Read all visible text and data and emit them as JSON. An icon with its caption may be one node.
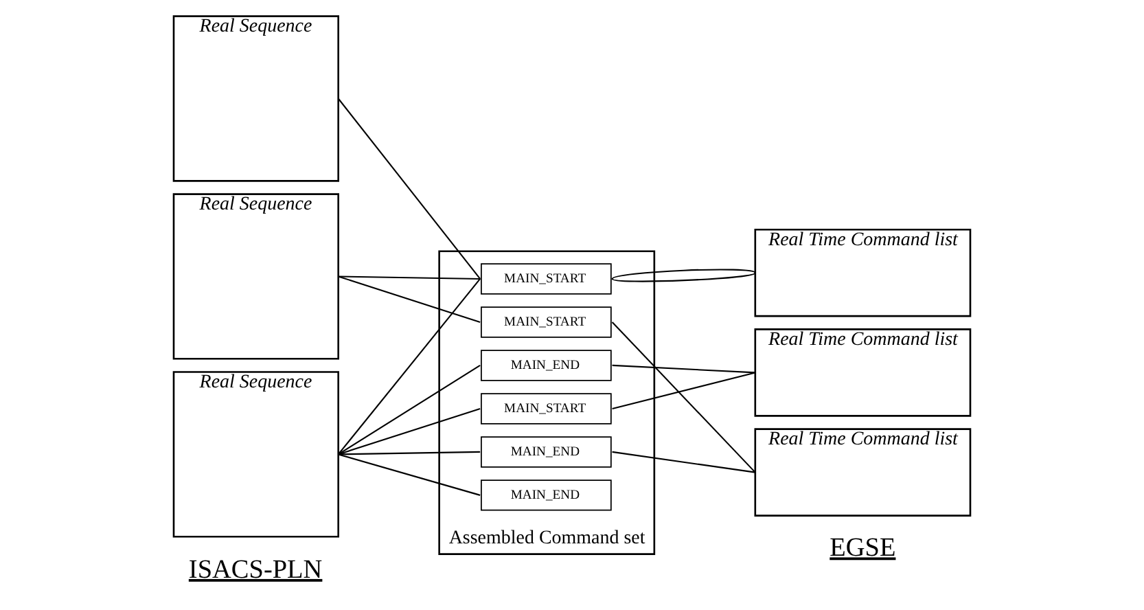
{
  "diagram": {
    "nodes": [
      {
        "text": [
          "Real Sequence"
        ]
      },
      {
        "text": [
          "Real Sequence"
        ]
      },
      {
        "text": [
          "Real Sequence"
        ]
      },
      {
        "text": [
          "Assembled Command set"
        ]
      },
      {
        "text": [
          "MAIN_START"
        ],
        "in": 3
      },
      {
        "text": [
          "MAIN_END"
        ],
        "in": 3
      },
      {
        "text": [
          "MAIN_START"
        ],
        "in": 3
      },
      {
        "text": [
          "MAIN_END"
        ],
        "in": 3
      },
      {
        "text": [
          "MAIN_START"
        ],
        "in": 3
      },
      {
        "text": [
          "MAIN_END"
        ],
        "in": 3
      },
      {
        "text": [
          "Real Time Command list"
        ]
      },
      {
        "text": [
          "Real Time Command list"
        ]
      },
      {
        "text": [
          "Real Time Command list"
        ]
      }
    ],
    "edges": [
      {
        "from": 0,
        "to": 4,
        "arrow": "none"
      },
      {
        "from": 1,
        "to": 8,
        "arrow": "none"
      },
      {
        "from": 1,
        "to": 4,
        "arrow": "none"
      },
      {
        "from": 2,
        "to": 4,
        "arrow": "none"
      },
      {
        "from": 2,
        "to": 6,
        "arrow": "none"
      },
      {
        "from": 2,
        "to": 9,
        "arrow": "none"
      },
      {
        "from": 2,
        "to": 5,
        "arrow": "none"
      },
      {
        "from": 2,
        "to": 7,
        "arrow": "none"
      },
      {
        "from": 4,
        "to": 10,
        "arrow": "none"
      },
      {
        "from": 4,
        "to": 10,
        "arrow": "none"
      },
      {
        "from": 6,
        "to": 11,
        "arrow": "none"
      },
      {
        "from": 7,
        "to": 11,
        "arrow": "none"
      },
      {
        "from": 8,
        "to": 12,
        "arrow": "none"
      },
      {
        "from": 9,
        "to": 12,
        "arrow": "none"
      }
    ],
    "labels": [
      "ISACS-PLN",
      "EGSE"
    ]
  }
}
